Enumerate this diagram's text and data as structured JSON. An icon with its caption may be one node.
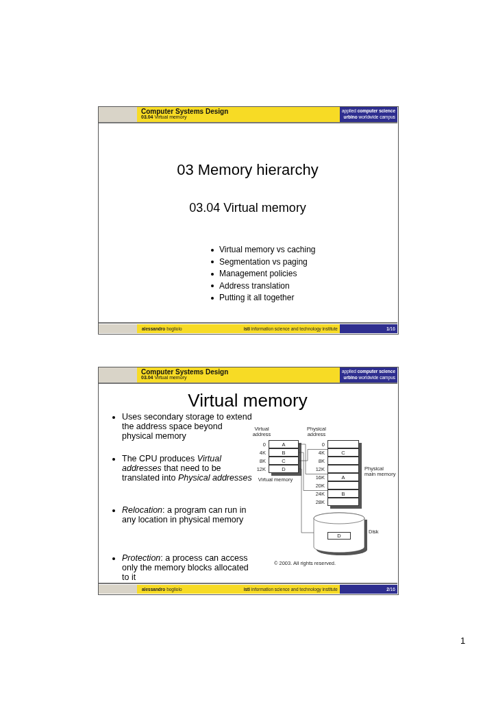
{
  "diagram": {
    "nodes": [
      {
        "text": [
          "A"
        ]
      },
      {
        "text": [
          "B"
        ]
      },
      {
        "text": [
          "C"
        ]
      },
      {
        "text": [
          "D"
        ]
      },
      {
        "text": [],
        "shape": "box"
      },
      {
        "text": [
          "C"
        ]
      },
      {
        "text": [],
        "shape": "box"
      },
      {
        "text": [],
        "shape": "box"
      },
      {
        "text": [
          "A"
        ]
      },
      {
        "text": [],
        "shape": "box"
      },
      {
        "text": [
          "B"
        ]
      },
      {
        "text": [],
        "shape": "box"
      },
      {
        "text": [],
        "shape": "cylinder"
      },
      {
        "text": [
          "D"
        ],
        "in": 12
      }
    ],
    "edges": [
      {
        "from": 0,
        "to": 8,
        "arrow": "none"
      },
      {
        "from": 1,
        "to": 10,
        "arrow": "none"
      },
      {
        "from": 2,
        "to": 5,
        "arrow": "none"
      },
      {
        "from": 3,
        "to": 12,
        "arrow": "none"
      }
    ],
    "labels": [
      "Computer Systems Design",
      "**03.04** Virtual memory",
      "applied **computer science**",
      "**urbino** worldwide campus",
      "03 Memory hierarchy",
      "03.04 Virtual memory",
      "Virtual memory vs caching",
      "Segmentation vs paging",
      "Management policies",
      "Address translation",
      "Putting it all together",
      "**alessandro** bogliolo",
      "**isti** information science and technology institute",
      "**1**/16",
      "Computer Systems Design",
      "**03.04** Virtual memory",
      "applied **computer science**",
      "**urbino** worldwide campus",
      "Virtual memory",
      "Uses secondary storage to extend the address space beyond physical memory",
      "The CPU produces *Virtual addresses* that need to be translated into *Physical addresses*",
      "*Relocation*: a program can run in any location in physical memory",
      "*Protection*: a process can access only the memory blocks allocated to it",
      "Virtual address",
      "Physical address",
      "0",
      "4K",
      "8K",
      "12K",
      "0",
      "4K",
      "8K",
      "12K",
      "16K",
      "20K",
      "24K",
      "28K",
      "Virtual memory",
      "Physical main memory",
      "Disk",
      "© 2003. All rights reserved.",
      "**alessandro** bogliolo",
      "**isti** information science and technology institute",
      "**2**/16",
      "1"
    ]
  }
}
